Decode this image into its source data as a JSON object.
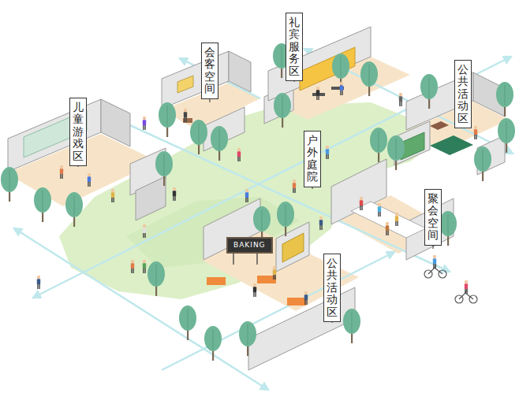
{
  "diagram": {
    "nodes": [
      {
        "text": [
          "礼宾服务区"
        ]
      },
      {
        "text": [
          "会客空间"
        ]
      },
      {
        "text": [
          "公共活动区"
        ]
      },
      {
        "text": [
          "儿童游戏区"
        ]
      },
      {
        "text": [
          "户外庭院"
        ]
      },
      {
        "text": [
          "聚会空间"
        ]
      },
      {
        "text": [
          "BAKING"
        ]
      },
      {
        "text": [
          "公共活动区"
        ]
      }
    ]
  }
}
